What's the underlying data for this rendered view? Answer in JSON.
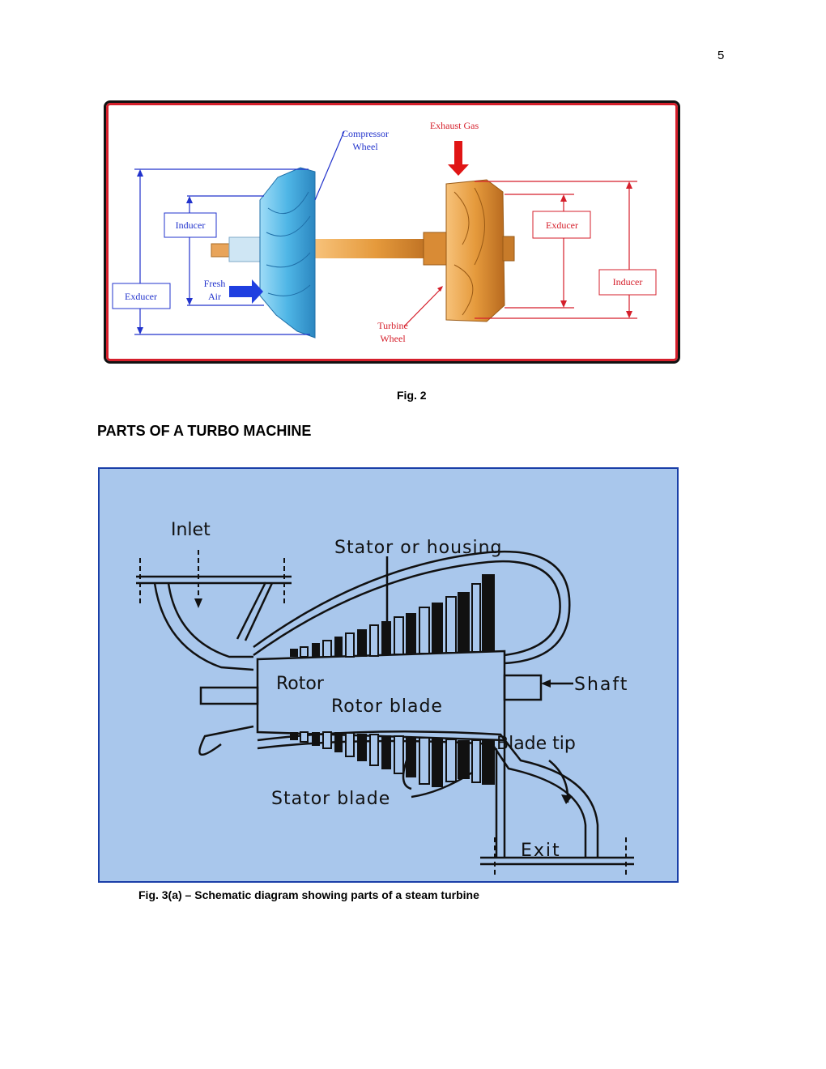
{
  "page_number": "5",
  "fig2": {
    "caption": "Fig. 2",
    "labels": {
      "compressor_wheel_1": "Compressor",
      "compressor_wheel_2": "Wheel",
      "exhaust_gas": "Exhaust Gas",
      "inducer_left": "Inducer",
      "exducer_left": "Exducer",
      "fresh_air_1": "Fresh",
      "fresh_air_2": "Air",
      "turbine_wheel_1": "Turbine",
      "turbine_wheel_2": "Wheel",
      "exducer_right": "Exducer",
      "inducer_right": "Inducer"
    },
    "colors": {
      "frame_border": "#d51f2b",
      "compressor": "#4fb6e6",
      "turbine": "#e59a3c",
      "blue_lines": "#2233cc",
      "red_lines": "#d51f2b"
    }
  },
  "section_heading": "PARTS OF A TURBO MACHINE",
  "fig3": {
    "caption": "Fig. 3(a) – Schematic diagram showing parts of a steam turbine",
    "labels": {
      "inlet": "Inlet",
      "stator_housing": "Stator or housing",
      "rotor": "Rotor",
      "rotor_blade": "Rotor blade",
      "shaft": "Shaft",
      "blade_tip": "Blade tip",
      "stator_blade": "Stator blade",
      "exit": "Exit"
    },
    "colors": {
      "background": "#a9c7ec",
      "border": "#1a3fa8"
    }
  }
}
